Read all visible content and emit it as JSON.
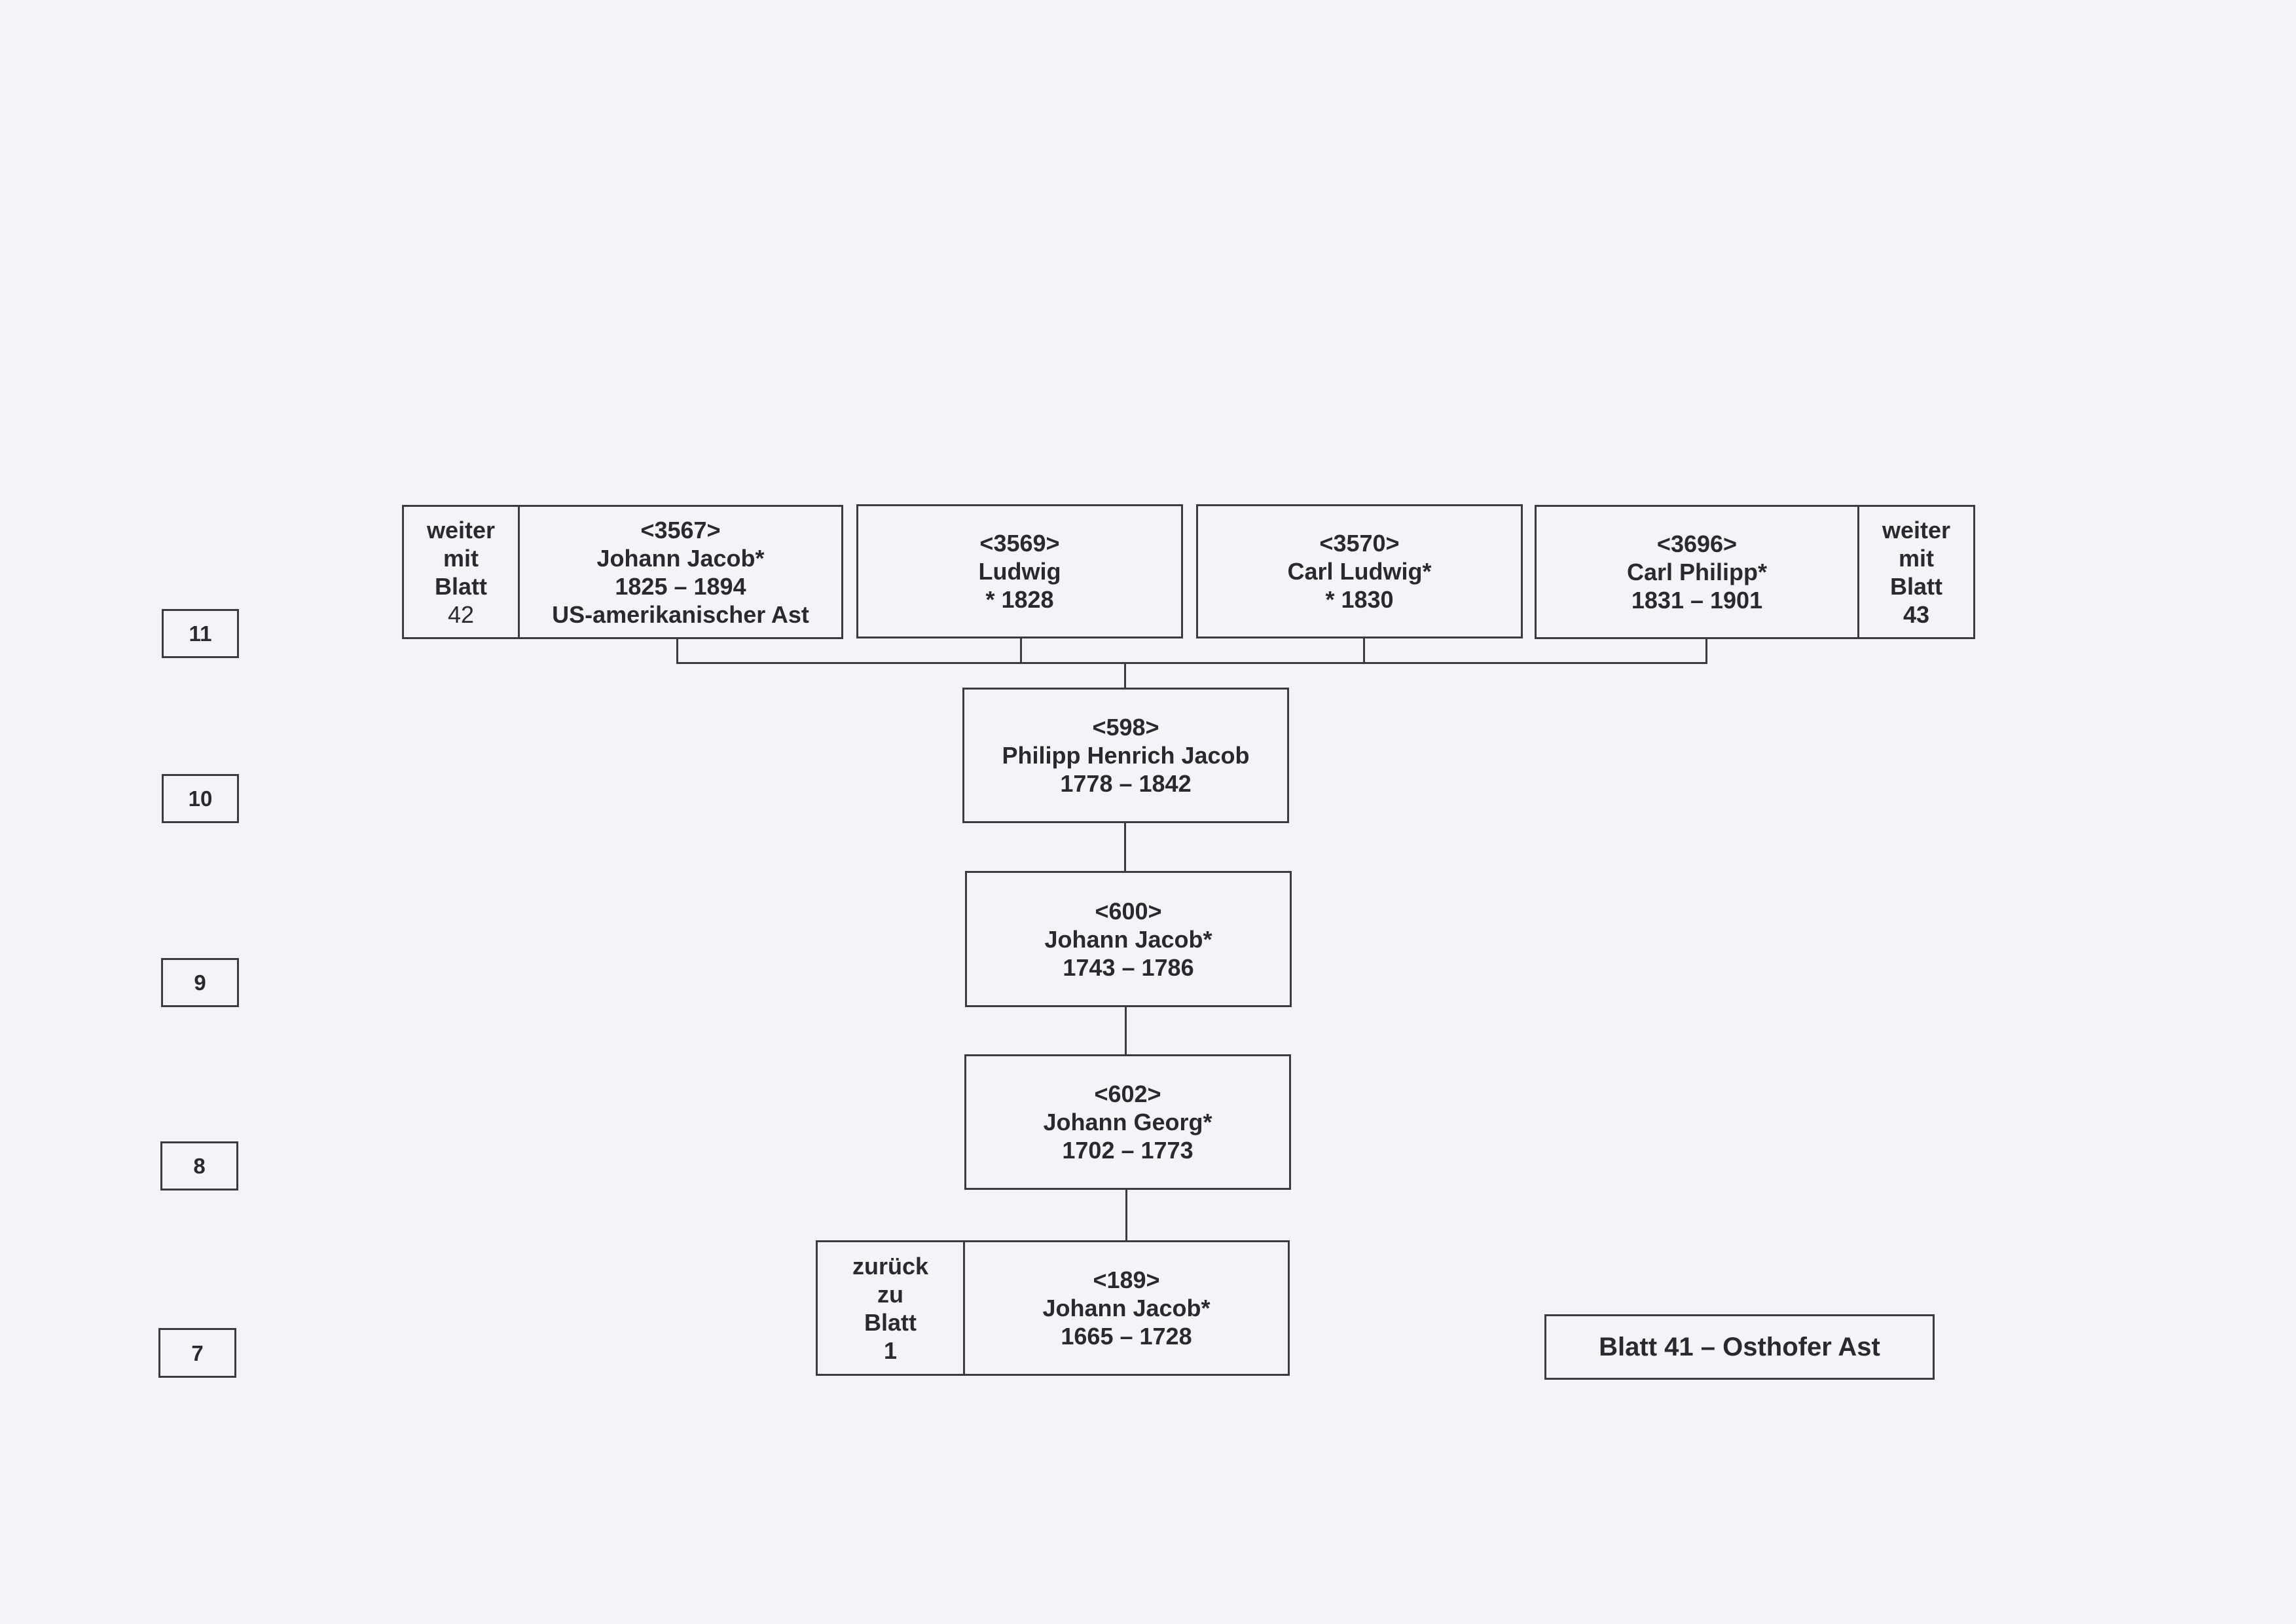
{
  "generations": [
    "11",
    "10",
    "9",
    "8",
    "7"
  ],
  "gen11": {
    "ref_left": [
      "weiter",
      "mit",
      "Blatt",
      "42"
    ],
    "p3567": [
      "<3567>",
      "Johann Jacob*",
      "1825 – 1894",
      "US-amerikanischer Ast"
    ],
    "p3569": [
      "<3569>",
      "Ludwig",
      "* 1828"
    ],
    "p3570": [
      "<3570>",
      "Carl Ludwig*",
      "* 1830"
    ],
    "p3696": [
      "<3696>",
      "Carl Philipp*",
      "1831 – 1901"
    ],
    "ref_right": [
      "weiter",
      "mit",
      "Blatt",
      "43"
    ]
  },
  "gen10": {
    "p598": [
      "<598>",
      "Philipp Henrich Jacob",
      "1778 – 1842"
    ]
  },
  "gen9": {
    "p600": [
      "<600>",
      "Johann Jacob*",
      "1743 – 1786"
    ]
  },
  "gen8": {
    "p602": [
      "<602>",
      "Johann Georg*",
      "1702 – 1773"
    ]
  },
  "gen7": {
    "ref_back": [
      "zurück",
      "zu",
      "Blatt",
      "1"
    ],
    "p189": [
      "<189>",
      "Johann Jacob*",
      "1665 – 1728"
    ]
  },
  "sheet_title": "Blatt 41 – Osthofer Ast"
}
